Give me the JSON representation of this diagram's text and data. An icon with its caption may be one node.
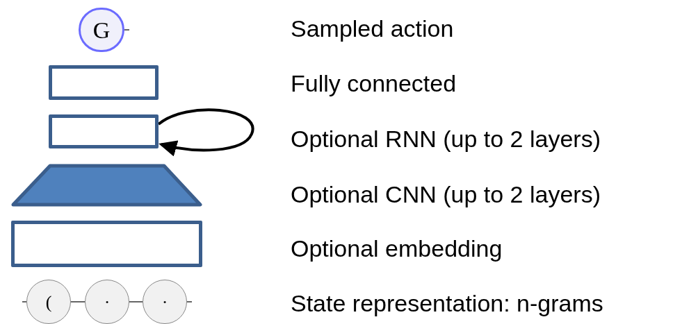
{
  "diagram": {
    "nodes": [
      {
        "text": [
          "G"
        ]
      },
      {
        "text": [],
        "shape": "box"
      },
      {
        "text": [],
        "shape": "box"
      },
      {
        "text": [],
        "shape": "trapezoid"
      },
      {
        "text": [],
        "shape": "box"
      },
      {
        "text": [
          "("
        ]
      },
      {
        "text": [
          "·"
        ]
      },
      {
        "text": [
          "·"
        ]
      }
    ],
    "edges": [
      {
        "from": 0,
        "to": null,
        "arrow": "none"
      },
      {
        "from": 2,
        "to": 2,
        "arrow": "to",
        "style": "thick"
      },
      {
        "from": null,
        "to": 5,
        "arrow": "none"
      },
      {
        "from": 5,
        "to": 6,
        "arrow": "none"
      },
      {
        "from": 6,
        "to": 7,
        "arrow": "none"
      },
      {
        "from": 7,
        "to": null,
        "arrow": "none"
      }
    ],
    "labels": [
      "Sampled action",
      "Fully connected",
      "Optional RNN (up to 2 layers)",
      "Optional CNN (up to 2 layers)",
      "Optional embedding",
      "State representation: n-grams"
    ]
  }
}
